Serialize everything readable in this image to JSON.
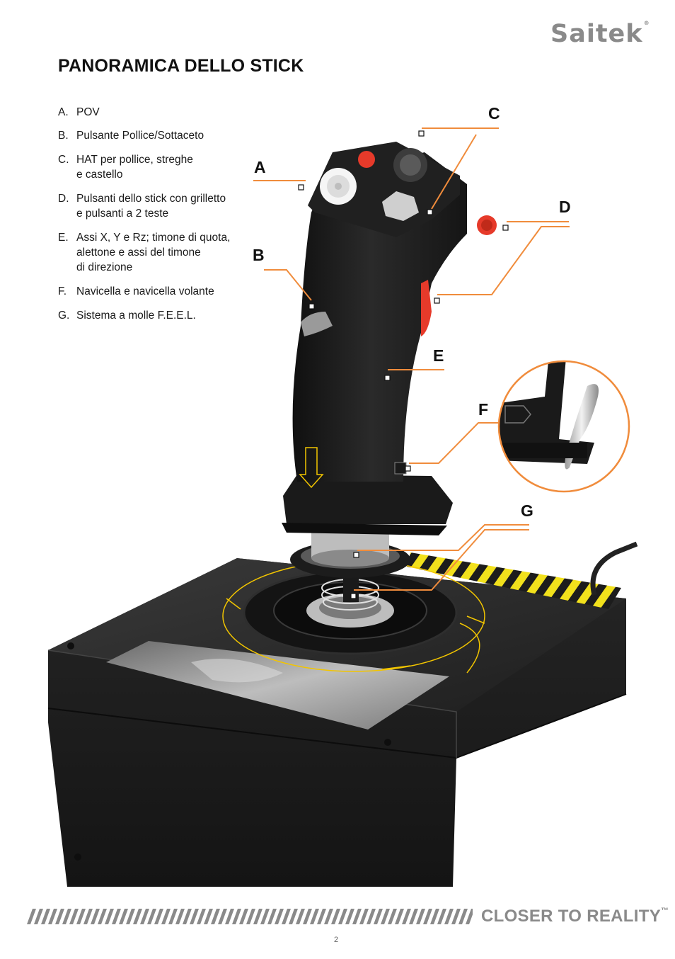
{
  "header": {
    "brand": "Saitek",
    "brand_mark": "®"
  },
  "page_title": "PANORAMICA DELLO STICK",
  "legend": [
    {
      "letter": "A.",
      "text": "POV"
    },
    {
      "letter": "B.",
      "text": "Pulsante Pollice/Sottaceto"
    },
    {
      "letter": "C.",
      "text": "HAT per pollice, streghe\ne castello"
    },
    {
      "letter": "D.",
      "text": "Pulsanti dello stick con grilletto\ne pulsanti a 2 teste"
    },
    {
      "letter": "E.",
      "text": "Assi X, Y e Rz; timone di quota,\nalettone e assi del timone\ndi direzione"
    },
    {
      "letter": "F.",
      "text": "Navicella e navicella volante"
    },
    {
      "letter": "G.",
      "text": "Sistema a molle F.E.E.L."
    }
  ],
  "callouts": [
    "A",
    "B",
    "C",
    "D",
    "E",
    "F",
    "G"
  ],
  "footer": {
    "slogan": "CLOSER TO REALITY",
    "trademark": "™",
    "page_number": "2"
  },
  "colors": {
    "accent_orange": "#f08c3c",
    "hazard_yellow": "#f2e11c",
    "body_black": "#1c1c1c",
    "trigger_red": "#e63a2a",
    "gray_text": "#8a8a8a"
  }
}
